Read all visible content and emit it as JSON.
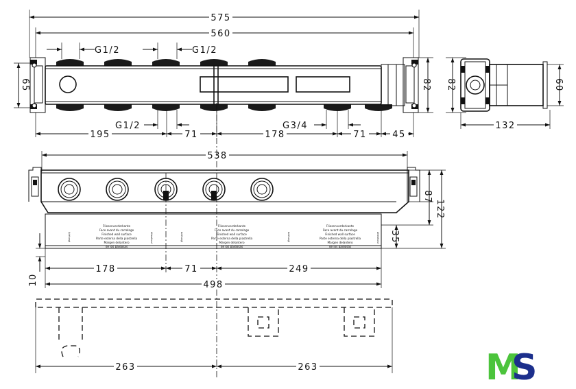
{
  "top_view": {
    "dim_575": "575",
    "dim_560": "560",
    "label_g12_left": "G1/2",
    "label_g12_right": "G1/2",
    "dim_65": "65",
    "dim_82": "82",
    "label_g12_bottom": "G1/2",
    "label_g34": "G3/4",
    "dim_195": "195",
    "dim_71_a": "71",
    "dim_178": "178",
    "dim_71_b": "71",
    "dim_45": "45"
  },
  "side_view": {
    "dim_82": "82",
    "dim_60": "60",
    "dim_132": "132"
  },
  "front_view": {
    "dim_538": "538",
    "dim_87": "87",
    "dim_122": "122",
    "dim_35": "35",
    "dim_10": "10",
    "dim_178": "178",
    "dim_71": "71",
    "dim_249": "249",
    "dim_498": "498",
    "label_line_1": "Fliesenvorderkante",
    "label_line_2": "Face avant du carrelage",
    "label_line_3": "Finished wall surface",
    "label_line_4": "Parte esterna della piastrella",
    "label_line_5": "Margen delantero",
    "label_line_6": "de los baldosas",
    "label_achtung": "Achtung!",
    "label_attention": "Attention!"
  },
  "bottom_view": {
    "dim_263_left": "263",
    "dim_263_right": "263"
  },
  "logo": {
    "text_m": "M",
    "text_s": "S",
    "color_m": "#4cc43c",
    "color_s": "#1c2f8c"
  }
}
